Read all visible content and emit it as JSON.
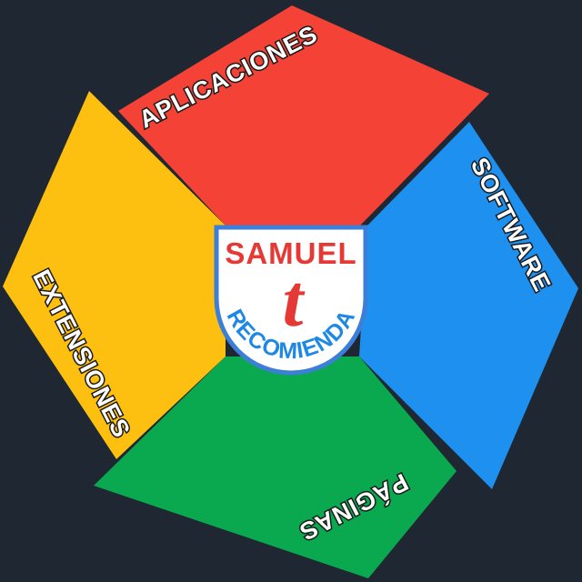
{
  "colors": {
    "background": "#1f2732",
    "red": "#f44336",
    "blue": "#1e90f0",
    "green": "#0aa84f",
    "yellow": "#fdbf10",
    "badge_border": "#3d7fd8",
    "badge_red": "#e53935",
    "badge_blue": "#1e88e5"
  },
  "petals": {
    "top": "APLICACIONES",
    "right": "SOFTWARE",
    "bottom": "PÁGINAS",
    "left": "EXTENSIONES"
  },
  "badge": {
    "name": "SAMUEL",
    "letter": "t",
    "tagline": "RECOMIENDA"
  }
}
